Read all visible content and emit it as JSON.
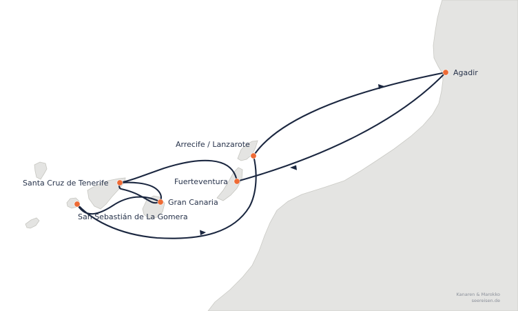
{
  "colors": {
    "route": "#1b2740",
    "port": "#ee6b35",
    "land": "#e4e4e2",
    "label": "#26324a"
  },
  "ports": {
    "agadir": "Agadir",
    "arrecife": "Arrecife / Lanzarote",
    "fuerteventura": "Fuerteventura",
    "tenerife": "Santa Cruz de Tenerife",
    "gran_canaria": "Gran Canaria",
    "gomera": "San Sebastián de La Gomera"
  },
  "credit": {
    "line1": "Kanaren & Marokko",
    "line2": "seereisen.de"
  }
}
